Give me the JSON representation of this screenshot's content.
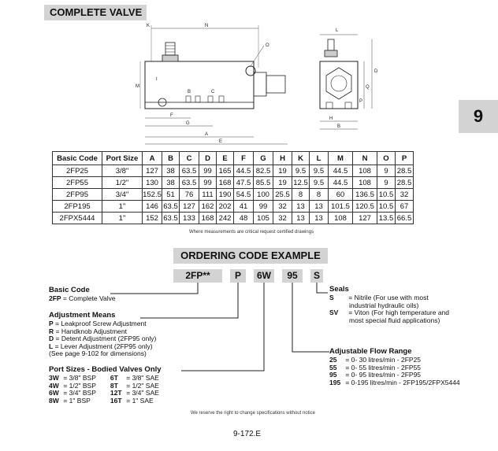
{
  "complete_title": "COMPLETE VALVE",
  "section_number": "9",
  "drawing_labels": {
    "K": "K",
    "N": "N",
    "O": "O",
    "M": "M",
    "I": "I",
    "B": "B",
    "C": "C",
    "F": "F",
    "G": "G",
    "A": "A",
    "E": "E",
    "L": "L",
    "D": "D",
    "Q": "Q",
    "P": "P",
    "H": "H",
    "B2": "B"
  },
  "table": {
    "headers": [
      "Basic Code",
      "Port Size",
      "A",
      "B",
      "C",
      "D",
      "E",
      "F",
      "G",
      "H",
      "K",
      "L",
      "M",
      "N",
      "O",
      "P"
    ],
    "rows": [
      [
        "2FP25",
        "3/8\"",
        "127",
        "38",
        "63.5",
        "99",
        "165",
        "44.5",
        "82.5",
        "19",
        "9.5",
        "9.5",
        "44.5",
        "108",
        "9",
        "28.5"
      ],
      [
        "2FP55",
        "1/2\"",
        "130",
        "38",
        "63.5",
        "99",
        "168",
        "47.5",
        "85.5",
        "19",
        "12.5",
        "9.5",
        "44.5",
        "108",
        "9",
        "28.5"
      ],
      [
        "2FP95",
        "3/4\"",
        "152.5",
        "51",
        "76",
        "111",
        "190",
        "54.5",
        "100",
        "25.5",
        "8",
        "8",
        "60",
        "136.5",
        "10.5",
        "32"
      ],
      [
        "2FP195",
        "1\"",
        "146",
        "63.5",
        "127",
        "162",
        "202",
        "41",
        "99",
        "32",
        "13",
        "13",
        "101.5",
        "120.5",
        "10.5",
        "67"
      ],
      [
        "2FPX5444",
        "1\"",
        "152",
        "63.5",
        "133",
        "168",
        "242",
        "48",
        "105",
        "32",
        "13",
        "13",
        "108",
        "127",
        "13.5",
        "66.5"
      ]
    ]
  },
  "table_note": "Where measurements are critical request certified drawings",
  "ordering_title": "ORDERING CODE EXAMPLE",
  "code": {
    "c1": "2FP**",
    "c2": "P",
    "c3": "6W",
    "c4": "95",
    "c5": "S"
  },
  "basic_code": {
    "title": "Basic Code",
    "key": "2FP",
    "desc": " = Complete Valve"
  },
  "adjustment": {
    "title": "Adjustment Means",
    "items": [
      {
        "key": "P",
        "desc": " =  Leakproof Screw Adjustment"
      },
      {
        "key": "R",
        "desc": " =  Handknob Adjustment"
      },
      {
        "key": "D",
        "desc": " =  Detent Adjustment (2FP95 only)"
      },
      {
        "key": "L",
        "desc": " =  Lever Adjustment (2FP95 only)"
      }
    ],
    "note": "(See page 9-102 for dimensions)"
  },
  "ports": {
    "title": "Port Sizes - Bodied Valves Only",
    "left": [
      {
        "key": "3W",
        "desc": " = 3/8\" BSP"
      },
      {
        "key": "4W",
        "desc": " = 1/2\" BSP"
      },
      {
        "key": "6W",
        "desc": " = 3/4\" BSP"
      },
      {
        "key": "8W",
        "desc": " = 1\" BSP"
      }
    ],
    "right": [
      {
        "key": "6T",
        "desc": " = 3/8\" SAE"
      },
      {
        "key": "8T",
        "desc": " = 1/2\" SAE"
      },
      {
        "key": "12T",
        "desc": " = 3/4\" SAE"
      },
      {
        "key": "16T",
        "desc": " = 1\" SAE"
      }
    ]
  },
  "seals": {
    "title": "Seals",
    "items": [
      {
        "key": "S",
        "desc": " = Nitrile (For use with most",
        "cont": "industrial hydraulic oils)"
      },
      {
        "key": "SV",
        "desc": " = Viton (For high temperature and",
        "cont": "most special fluid applications)"
      }
    ]
  },
  "flow": {
    "title": "Adjustable Flow Range",
    "items": [
      {
        "key": "25",
        "desc": " = 0-  30 litres/min - 2FP25"
      },
      {
        "key": "55",
        "desc": " = 0-  55 litres/min - 2FP55"
      },
      {
        "key": "95",
        "desc": " = 0-  95 litres/min - 2FP95"
      },
      {
        "key": "195",
        "desc": " = 0-195 litres/min - 2FP195/2FPX5444"
      }
    ]
  },
  "footer_note": "We reserve the right to change specifications without notice",
  "page_number": "9-172.E"
}
